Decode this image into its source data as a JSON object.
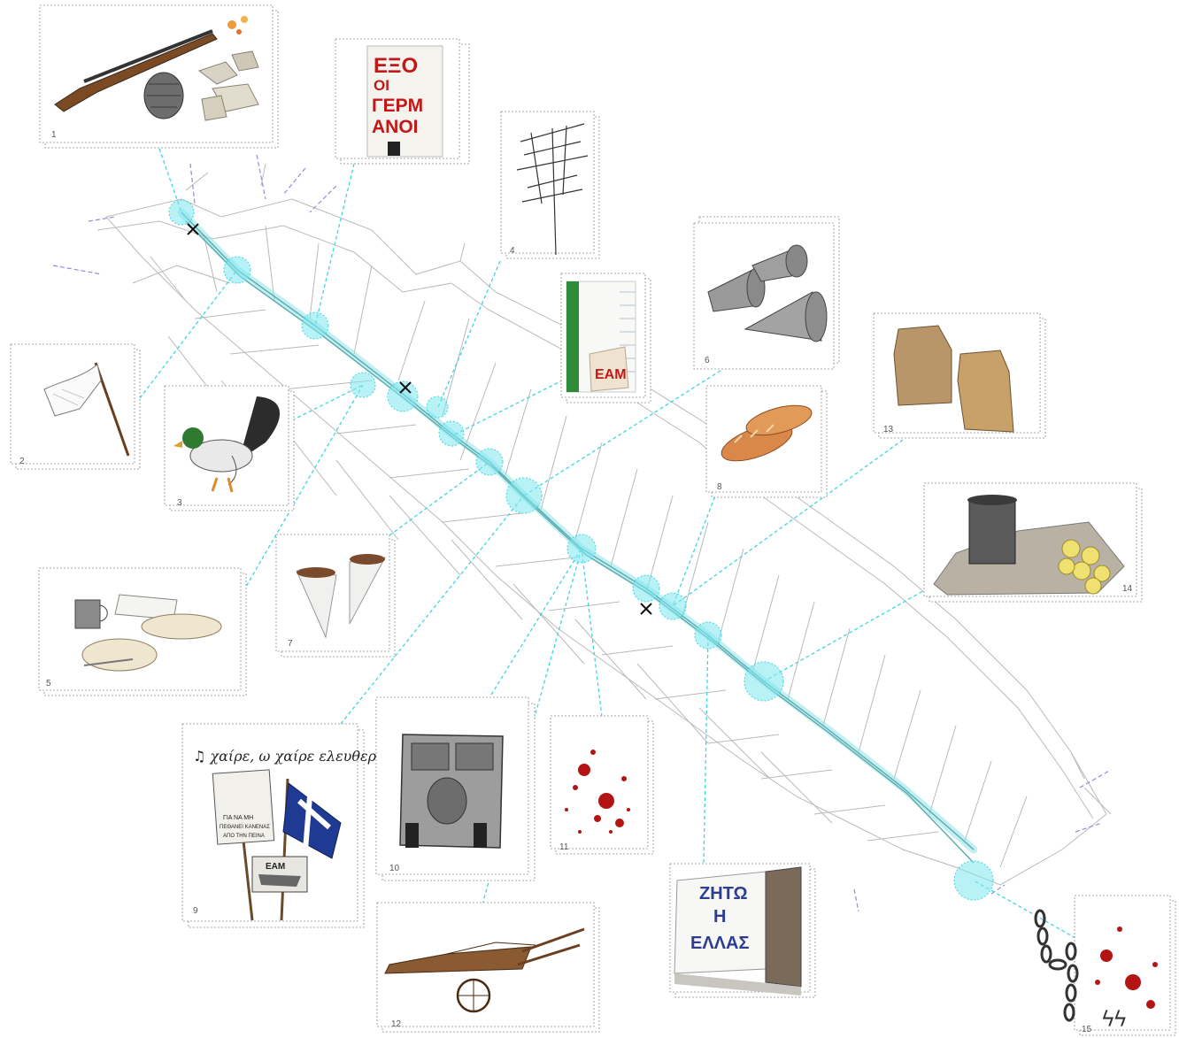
{
  "panels": [
    {
      "id": "1",
      "label": "1",
      "item": "rifle-grenade-stones-icon"
    },
    {
      "id": "2",
      "label": "2",
      "item": "white-flag-icon"
    },
    {
      "id": "3",
      "label": "3",
      "item": "duck-icon"
    },
    {
      "id": "4",
      "label": "4",
      "item": "antenna-icon"
    },
    {
      "id": "5",
      "label": "5",
      "item": "mess-tin-ration-icon"
    },
    {
      "id": "6",
      "label": "6",
      "item": "megaphones-icon"
    },
    {
      "id": "7",
      "label": "7",
      "item": "paper-cones-icon"
    },
    {
      "id": "8",
      "label": "8",
      "item": "bread-loaves-icon"
    },
    {
      "id": "9",
      "label": "9",
      "item": "protest-signs-flag-icon"
    },
    {
      "id": "10",
      "label": "10",
      "item": "stove-icon"
    },
    {
      "id": "11",
      "label": "11",
      "item": "blood-splatter-icon"
    },
    {
      "id": "12",
      "label": "12",
      "item": "wooden-cart-icon"
    },
    {
      "id": "13",
      "label": "13",
      "item": "sacks-icon"
    },
    {
      "id": "14",
      "label": "14",
      "item": "coins-rubble-icon"
    },
    {
      "id": "15",
      "label": "15",
      "item": "chain-blood-icon"
    }
  ],
  "texts": {
    "graffiti_1": "ΕΞΟ",
    "graffiti_2": "ΟΙ",
    "graffiti_3": "ΓΕΡΜ",
    "graffiti_4": "ΑΝΟΙ",
    "eam_poster": "ΕΑΜ",
    "lyric": "♫ χαίρε, ω χαίρε ελευθεριά ♫",
    "sign_1": "ΓΙΑ ΝΑ ΜΗ",
    "sign_2": "ΠΕΘΑΝΕΙ ΚΑΝΕΝΑΣ",
    "sign_3": "ΑΠΟ ΤΗΝ ΠΕΙΝΑ",
    "eam_small": "ΕΑΜ",
    "wall_1": "ΖΗΤΩ",
    "wall_2": "Η",
    "wall_3": "ΕΛΛΑΣ",
    "ss_mark": "ϟϟ"
  },
  "colors": {
    "accent": "#3fd6e0",
    "graffiti": "#c21818",
    "flag_blue": "#1f3a93"
  }
}
